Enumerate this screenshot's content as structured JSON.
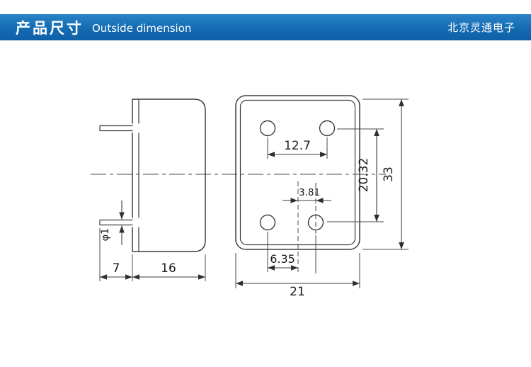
{
  "header": {
    "title_cn": "产品尺寸",
    "title_en": "Outside dimension",
    "company": "北京灵通电子",
    "bg_top": "#2b84c7",
    "bg_bottom": "#0e60a8",
    "text_color": "#ffffff"
  },
  "drawing": {
    "line_color": "#3e3e3e",
    "side_view": {
      "pin_length": "7",
      "body_depth": "16",
      "pin_diameter": "φ1"
    },
    "front_view": {
      "hole_pitch_x": "12.7",
      "hole_offset_x": "3.81",
      "hole_pitch_y": "20.32",
      "body_height": "33",
      "hole_half_pitch": "6.35",
      "body_width": "21"
    }
  }
}
